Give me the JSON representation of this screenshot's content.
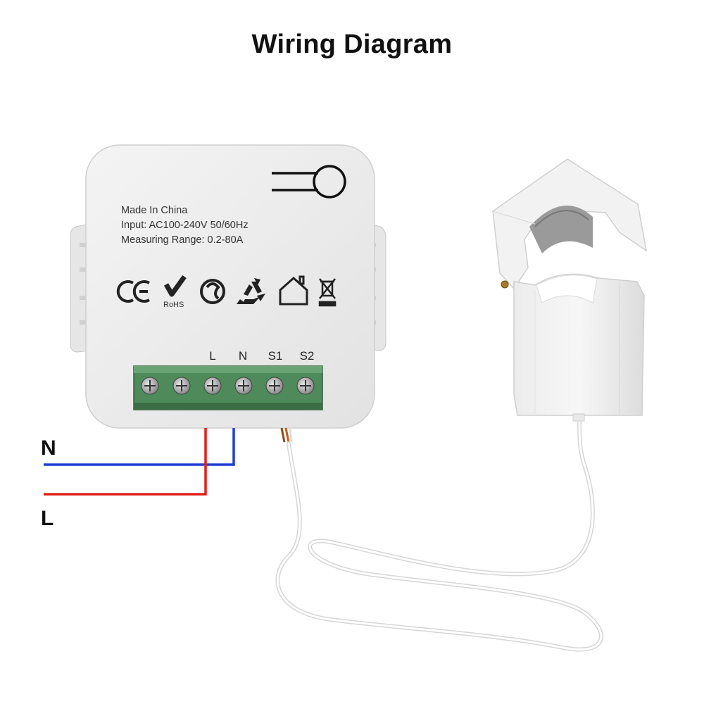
{
  "title": "Wiring Diagram",
  "device": {
    "label_line1": "Made In China",
    "label_line2": "Input: AC100-240V 50/60Hz",
    "label_line3": "Measuring Range: 0.2-80A",
    "rohs_text": "RoHS",
    "terminals": [
      "L",
      "N",
      "S1",
      "S2"
    ]
  },
  "wires": {
    "neutral_label": "N",
    "line_label": "L",
    "neutral_color": "#1f3fd1",
    "line_color": "#e0201b"
  },
  "icons": [
    "ce-mark-icon",
    "rohs-check-icon",
    "green-dot-icon",
    "recycle-icon",
    "indoor-house-icon",
    "weee-bin-icon",
    "ring-button-icon"
  ]
}
